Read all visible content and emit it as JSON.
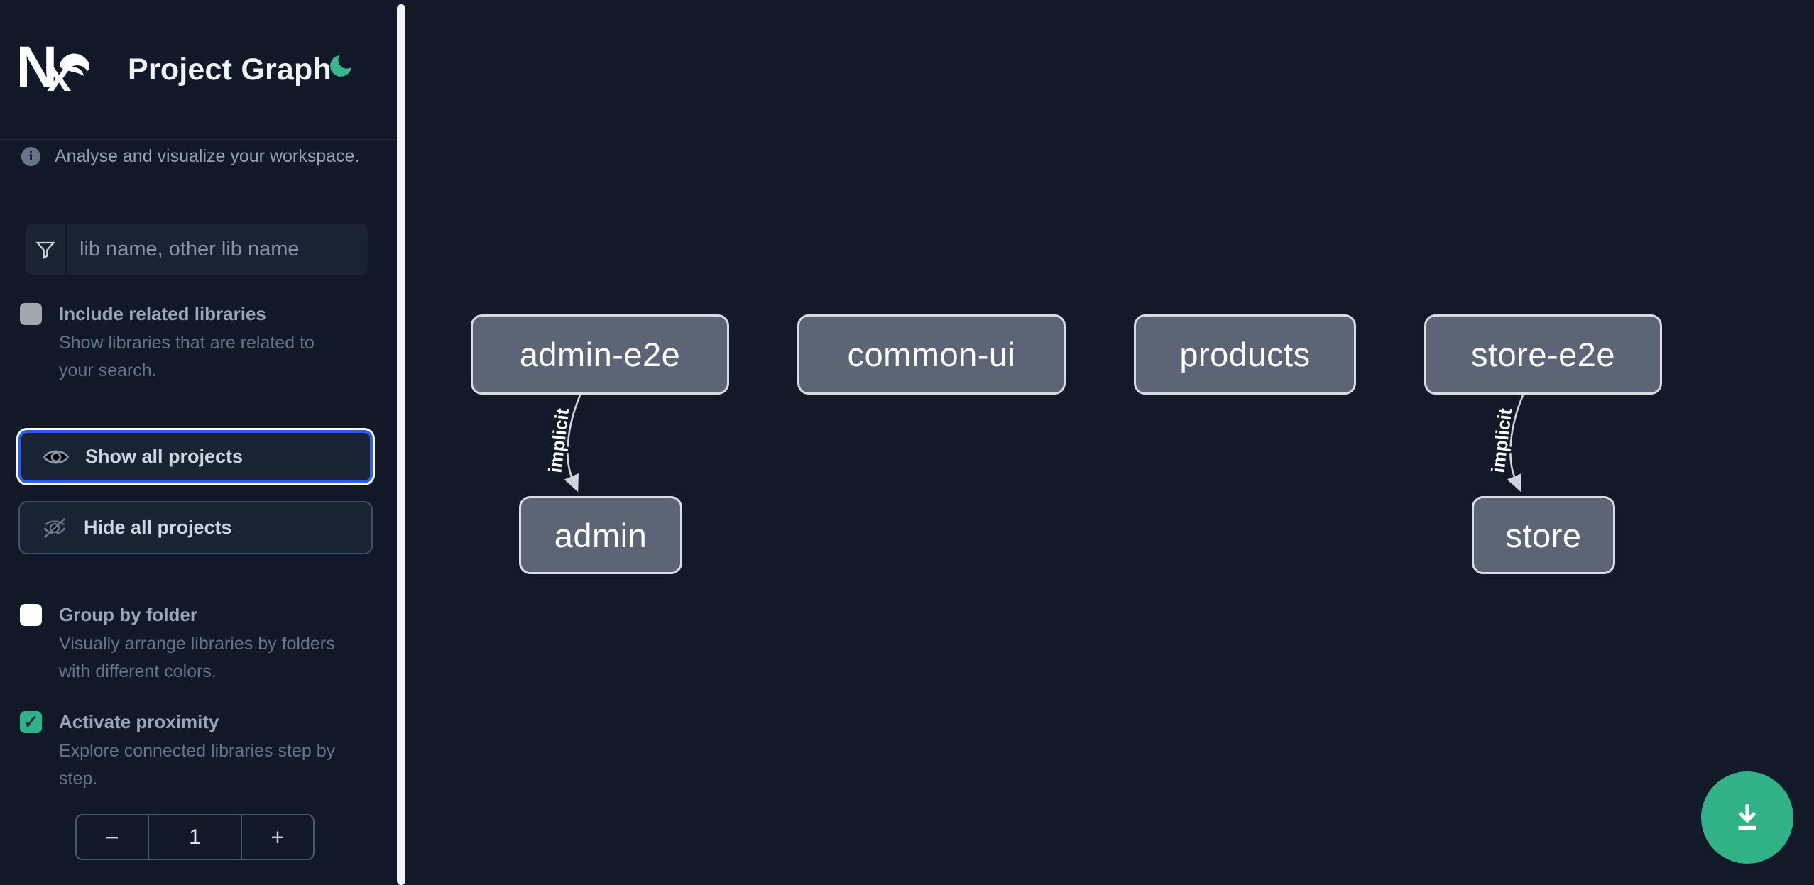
{
  "app": {
    "title": "Project Graph",
    "theme_icon": "moon-icon",
    "logo": "Nx"
  },
  "sidebar": {
    "tagline": "Analyse and visualize your workspace.",
    "search": {
      "placeholder": "lib name, other lib name",
      "value": "",
      "icon": "filter-funnel-icon"
    },
    "toggles": [
      {
        "id": "toggle-include",
        "label": "Include related libraries",
        "description": "Show libraries that are related to your search.",
        "checked": false,
        "style": "muted"
      },
      {
        "id": "toggle-group",
        "label": "Group by folder",
        "description": "Visually arrange libraries by folders with different colors.",
        "checked": false,
        "style": "blank"
      },
      {
        "id": "toggle-proximity",
        "label": "Activate proximity",
        "description": "Explore connected libraries step by step.",
        "checked": true,
        "style": "checked",
        "check_glyph": "✓"
      }
    ],
    "buttons": [
      {
        "id": "btn-show",
        "label": "Show all projects",
        "icon": "eye-icon",
        "focused": true
      },
      {
        "id": "btn-hide",
        "label": "Hide all projects",
        "icon": "eye-off-icon",
        "focused": false
      }
    ],
    "proximity_stepper": {
      "decrement": "−",
      "value": "1",
      "increment": "+"
    }
  },
  "graph": {
    "nodes": [
      {
        "label": "admin-e2e"
      },
      {
        "label": "common-ui"
      },
      {
        "label": "products"
      },
      {
        "label": "store-e2e"
      },
      {
        "label": "admin"
      },
      {
        "label": "store"
      }
    ],
    "edges": [
      {
        "source": "admin-e2e",
        "target": "admin",
        "label": "implicit"
      },
      {
        "source": "store-e2e",
        "target": "store",
        "label": "implicit"
      }
    ]
  },
  "fab": {
    "icon": "download-icon"
  },
  "colors": {
    "background": "#121928",
    "accent_green": "#30b286",
    "focus_blue": "#2563eb",
    "node_fill": "#5c6575",
    "node_border": "#d9dde3",
    "edge": "#d0d5dc",
    "scrollbar": "#f2f3f5"
  }
}
